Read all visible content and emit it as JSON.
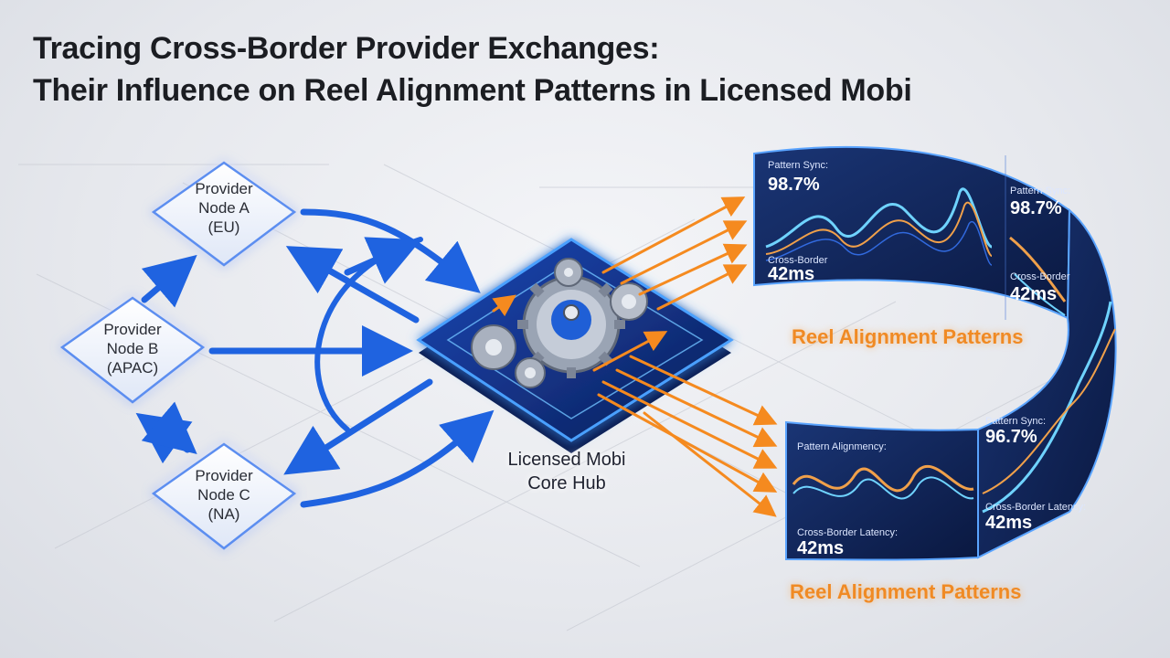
{
  "title": {
    "line1": "Tracing Cross-Border Provider Exchanges:",
    "line2": "Their Influence on Reel Alignment Patterns in Licensed Mobi"
  },
  "nodes": {
    "a": {
      "line1": "Provider",
      "line2": "Node A",
      "line3": "(EU)"
    },
    "b": {
      "line1": "Provider",
      "line2": "Node B",
      "line3": "(APAC)"
    },
    "c": {
      "line1": "Provider",
      "line2": "Node C",
      "line3": "(NA)"
    }
  },
  "hub": {
    "line1": "Licensed Mobi",
    "line2": "Core Hub"
  },
  "reels": {
    "top_label": "Reel Alignment Patterns",
    "bottom_label": "Reel Alignment Patterns",
    "top_panel": {
      "sync_label": "Pattern Sync:",
      "sync_value": "98.7%",
      "latency_label": "Cross-Border",
      "latency_value": "42ms"
    },
    "top_right_panel": {
      "sync_label": "Pattern Sync:",
      "sync_value": "98.7%",
      "latency_label": "Cross-Border",
      "latency_value": "42ms"
    },
    "bottom_panel": {
      "sync_label": "Pattern Alignmency:",
      "latency_label": "Cross-Border Latency:",
      "latency_value": "42ms"
    },
    "bottom_right_panel": {
      "sync_label": "Pattern Sync:",
      "sync_value": "96.7%",
      "latency_label": "Cross-Border Latency:",
      "latency_value": "42ms"
    }
  },
  "colors": {
    "blue_flow": "#1f63e0",
    "orange_flow": "#f58a1f",
    "hub_dark": "#0f2a6e",
    "panel_dark": "#0e1f4d"
  }
}
